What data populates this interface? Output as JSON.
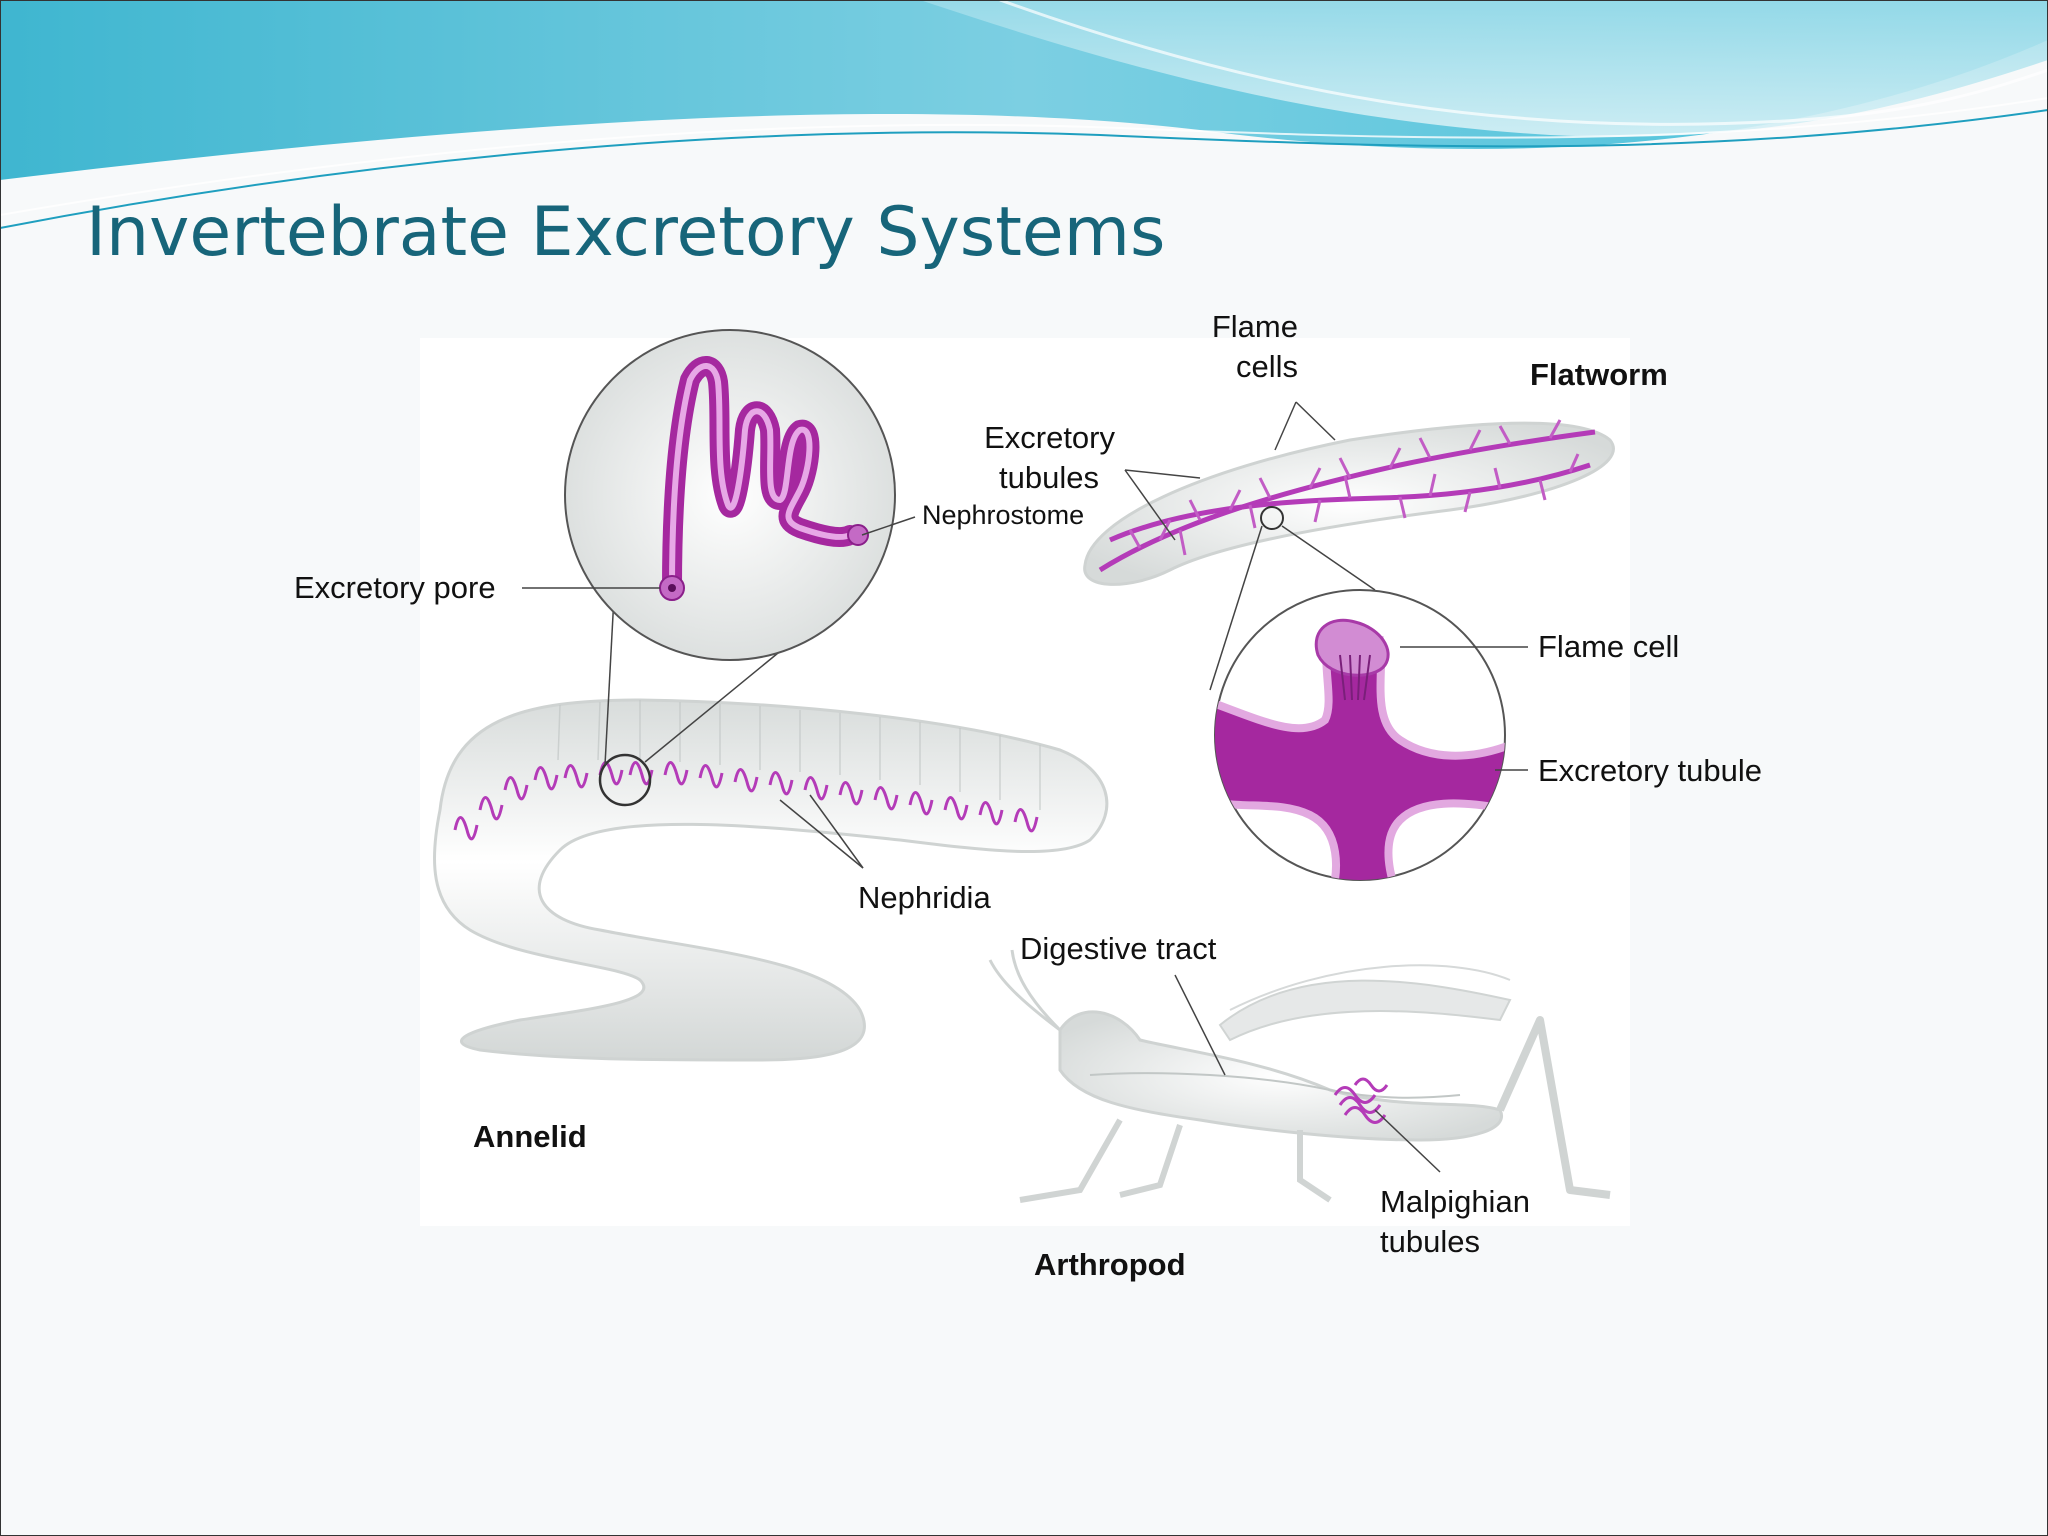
{
  "slide": {
    "title": "Invertebrate Excretory Systems",
    "colors": {
      "title": "#17657a",
      "wave_dark": "#2eaecb",
      "wave_light": "#8fd6e6",
      "tissue": "#b43bb8",
      "body": "#d9dcdb"
    }
  },
  "figure": {
    "organisms": {
      "flatworm": "Flatworm",
      "annelid": "Annelid",
      "arthropod": "Arthropod"
    },
    "labels": {
      "flame_cells_line1": "Flame",
      "flame_cells_line2": "cells",
      "excretory_tubules_line1": "Excretory",
      "excretory_tubules_line2": "tubules",
      "nephrostome": "Nephrostome",
      "excretory_pore": "Excretory pore",
      "flame_cell": "Flame cell",
      "excretory_tubule": "Excretory tubule",
      "nephridia": "Nephridia",
      "digestive_tract": "Digestive tract",
      "malpighian_line1": "Malpighian",
      "malpighian_line2": "tubules"
    }
  }
}
